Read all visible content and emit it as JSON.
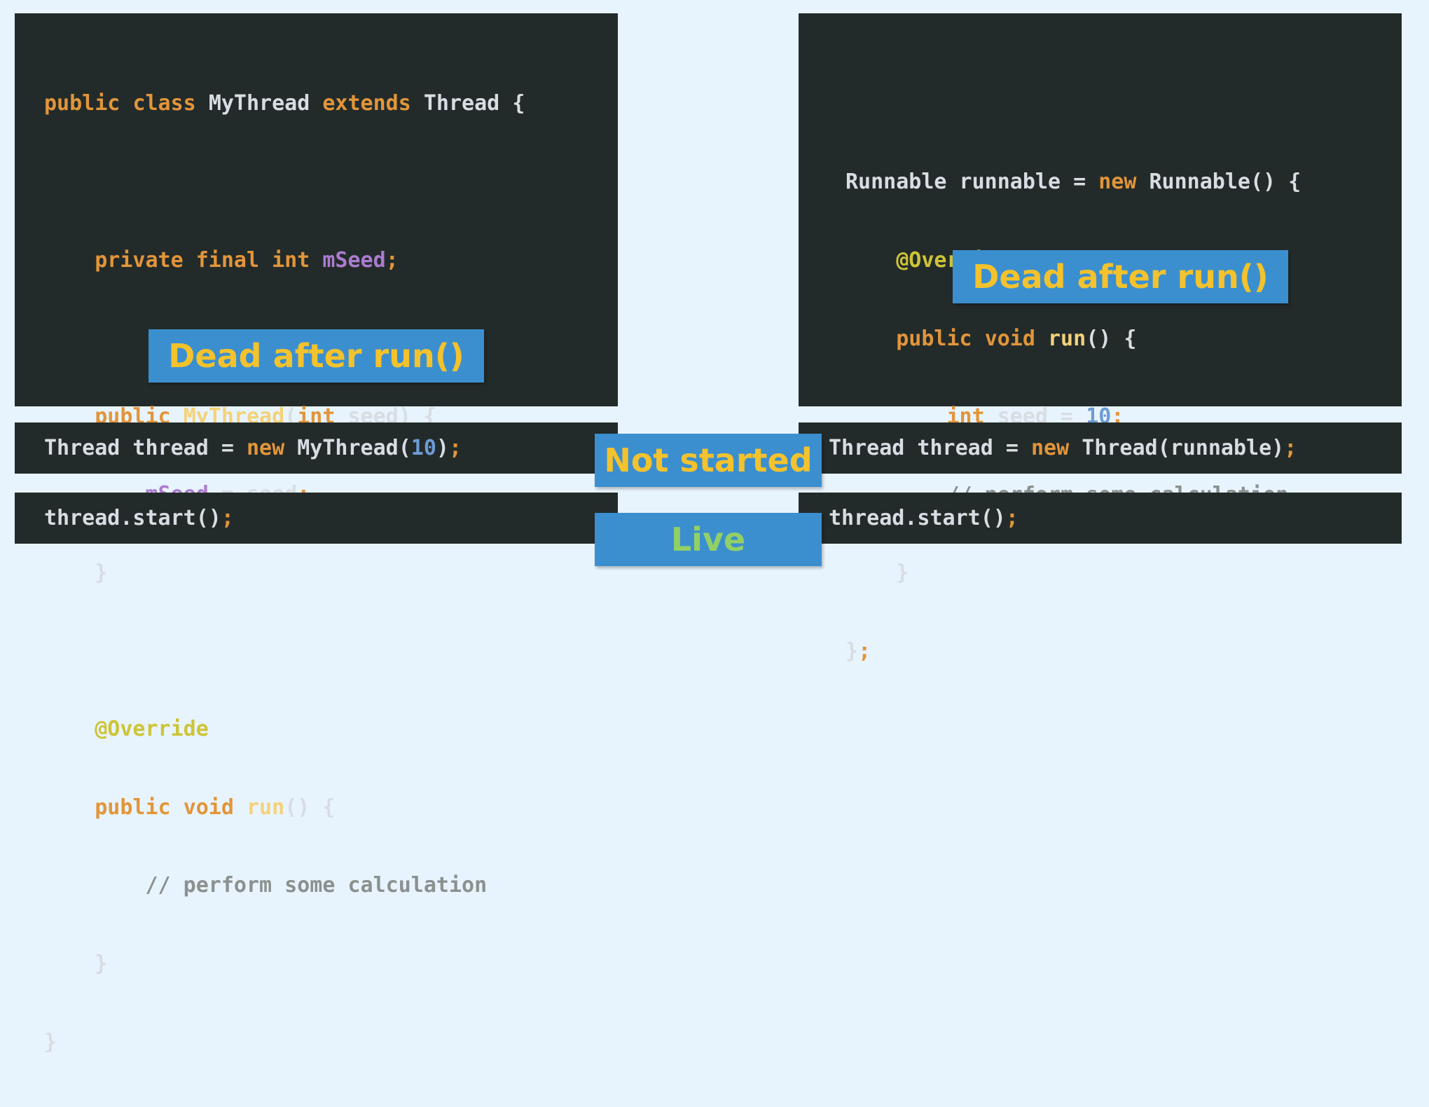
{
  "left_code": {
    "class_line": {
      "kw1": "public",
      "kw2": "class",
      "name": "MyThread",
      "kw3": "extends",
      "parent": "Thread",
      "brace": "{"
    },
    "field_line": {
      "kw1": "private",
      "kw2": "final",
      "kw3": "int",
      "field": "mSeed",
      "semi": ";"
    },
    "ctor_line": {
      "kw1": "public",
      "name": "MyThread",
      "open": "(",
      "kw2": "int",
      "param": " seed) {"
    },
    "assign_line": {
      "field": "mSeed",
      "rest": " = seed",
      "semi": ";"
    },
    "close1": "}",
    "annotation": "@Override",
    "run_line": {
      "kw1": "public",
      "kw2": "void",
      "name": "run",
      "rest": "() {"
    },
    "comment": "// perform some calculation",
    "close2": "}",
    "close3": "}"
  },
  "right_code": {
    "runnable_line": {
      "type": "Runnable runnable =",
      "kw": "new",
      "rest": "Runnable() {"
    },
    "annotation": "@Override",
    "run_line": {
      "kw1": "public",
      "kw2": "void",
      "name": "run",
      "rest": "() {"
    },
    "seed_line": {
      "kw": "int",
      "rest": " seed = ",
      "num": "10",
      "semi": ";"
    },
    "comment": "// perform some calculation",
    "close1": "}",
    "close2": "}",
    "semi": ";"
  },
  "left_create": {
    "type": "Thread thread = ",
    "kw": "new",
    "cls": " MyThread(",
    "num": "10",
    "close": ")",
    "semi": ";"
  },
  "left_start": {
    "call": "thread.start()",
    "semi": ";"
  },
  "right_create": {
    "type": "Thread thread = ",
    "kw": "new",
    "cls": " Thread(runnable)",
    "semi": ";"
  },
  "right_start": {
    "call": "thread.start()",
    "semi": ";"
  },
  "labels": {
    "dead_left": "Dead after run()",
    "dead_right": "Dead after run()",
    "not_started": "Not started",
    "live": "Live"
  }
}
